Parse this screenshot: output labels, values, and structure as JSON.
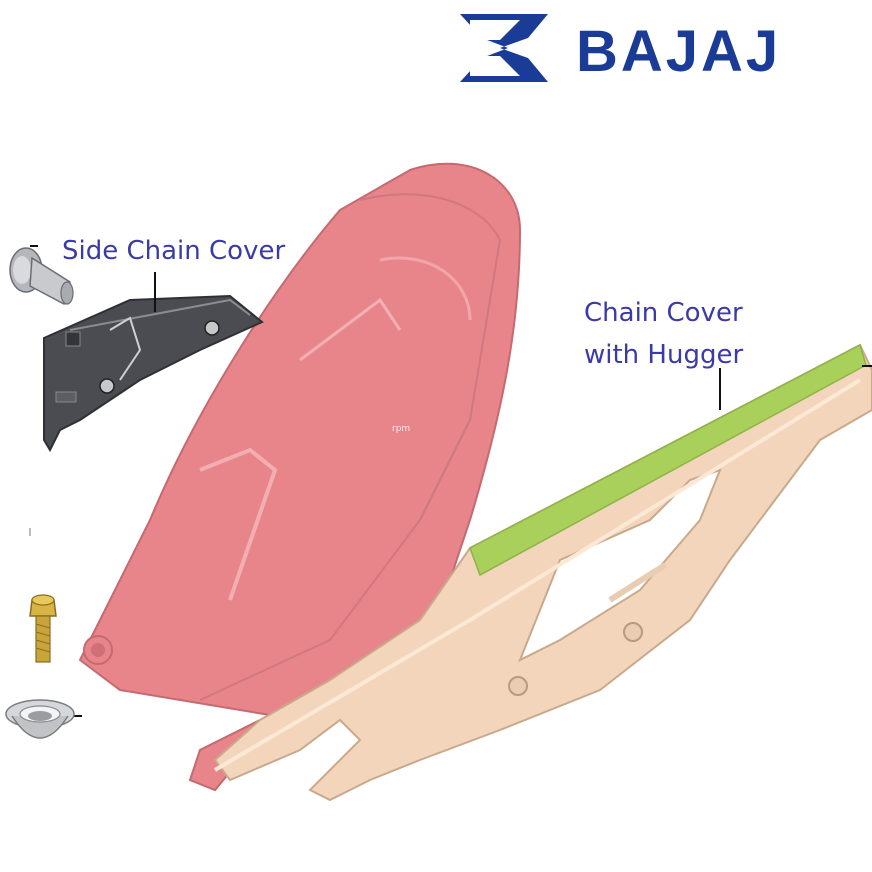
{
  "brand": {
    "name": "BAJAJ",
    "color": "#1a3c96"
  },
  "labels": {
    "side_chain_cover": "Side Chain Cover",
    "chain_cover_line1": "Chain Cover",
    "chain_cover_line2": "with Hugger"
  },
  "watermark": "rpm",
  "colors": {
    "label_text": "#3a3aa8",
    "hugger": "#e8858a",
    "chain_cover": "#f3d5bb",
    "chain_cover_top": "#a8d05a",
    "side_cover": "#4a4c52"
  }
}
